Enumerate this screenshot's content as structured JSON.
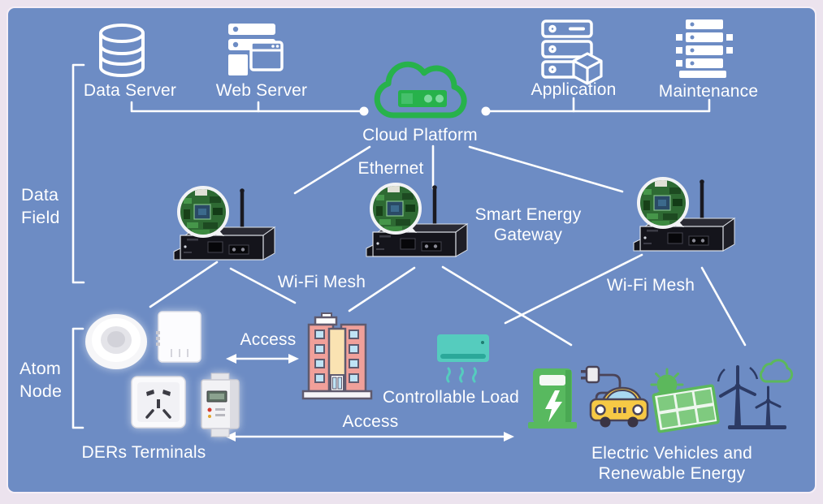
{
  "figure": {
    "type": "smart-energy-network-architecture-diagram"
  },
  "colors": {
    "frame_pink": "#ece3ee",
    "panel_blue": "#6d8cc4",
    "line_white": "#ffffff",
    "cloud_green": "#27b24b",
    "ac_teal": "#55ccbe",
    "ev_green": "#58b95f",
    "building_salmon": "#f0a09a",
    "car_yellow": "#f6c945",
    "solar_green": "#5cb85c",
    "wind_navy": "#2c3a64",
    "gateway_black": "#14141b",
    "pcb_green": "#2e6a33"
  },
  "cloud_tier": {
    "data_server_label": "Data Server",
    "web_server_label": "Web Server",
    "cloud_platform_label": "Cloud Platform",
    "ethernet_label": "Ethernet",
    "application_label": "Application",
    "maintenance_label": "Maintenance"
  },
  "gateway_tier": {
    "gateway_label_line1": "Smart Energy",
    "gateway_label_line2": "Gateway",
    "wifi_mesh_left_label": "Wi-Fi Mesh",
    "wifi_mesh_right_label": "Wi-Fi Mesh"
  },
  "device_tier": {
    "ders_label": "DERs Terminals",
    "controllable_load_label": "Controllable Load",
    "ev_label_line1": "Electric Vehicles and",
    "ev_label_line2": "Renewable Energy",
    "access_left_label": "Access",
    "access_bottom_label": "Access"
  },
  "side_labels": {
    "data_field_line1": "Data",
    "data_field_line2": "Field",
    "atom_node_line1": "Atom",
    "atom_node_line2": "Node"
  }
}
